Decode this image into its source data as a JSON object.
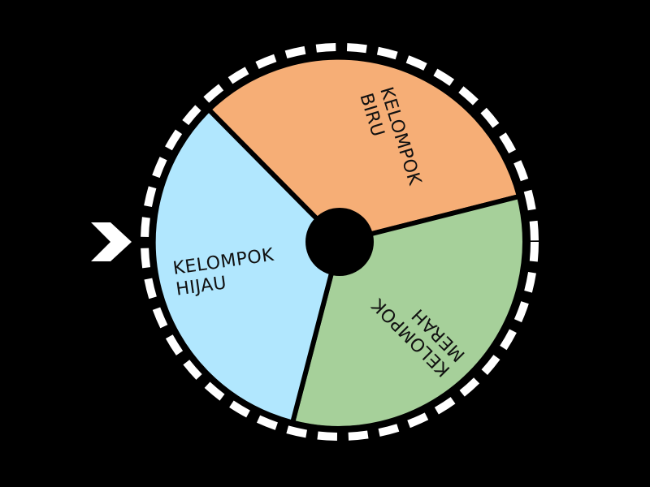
{
  "wheel": {
    "pointer_icon": "chevron-right-icon",
    "segments": [
      {
        "id": "biru",
        "line1": "KELOMPOK",
        "line2": "BIRU",
        "color": "#F6AE76"
      },
      {
        "id": "merah",
        "line1": "KELOMPOK",
        "line2": "MERAH",
        "color": "#A6D09A"
      },
      {
        "id": "hijau",
        "line1": "KELOMPOK",
        "line2": "HIJAU",
        "color": "#B1E7FE"
      }
    ],
    "colors": {
      "background": "#000000",
      "rim_dashes": "#FFFFFF",
      "hub": "#000000",
      "divider": "#000000",
      "pointer": "#FFFFFF"
    }
  }
}
